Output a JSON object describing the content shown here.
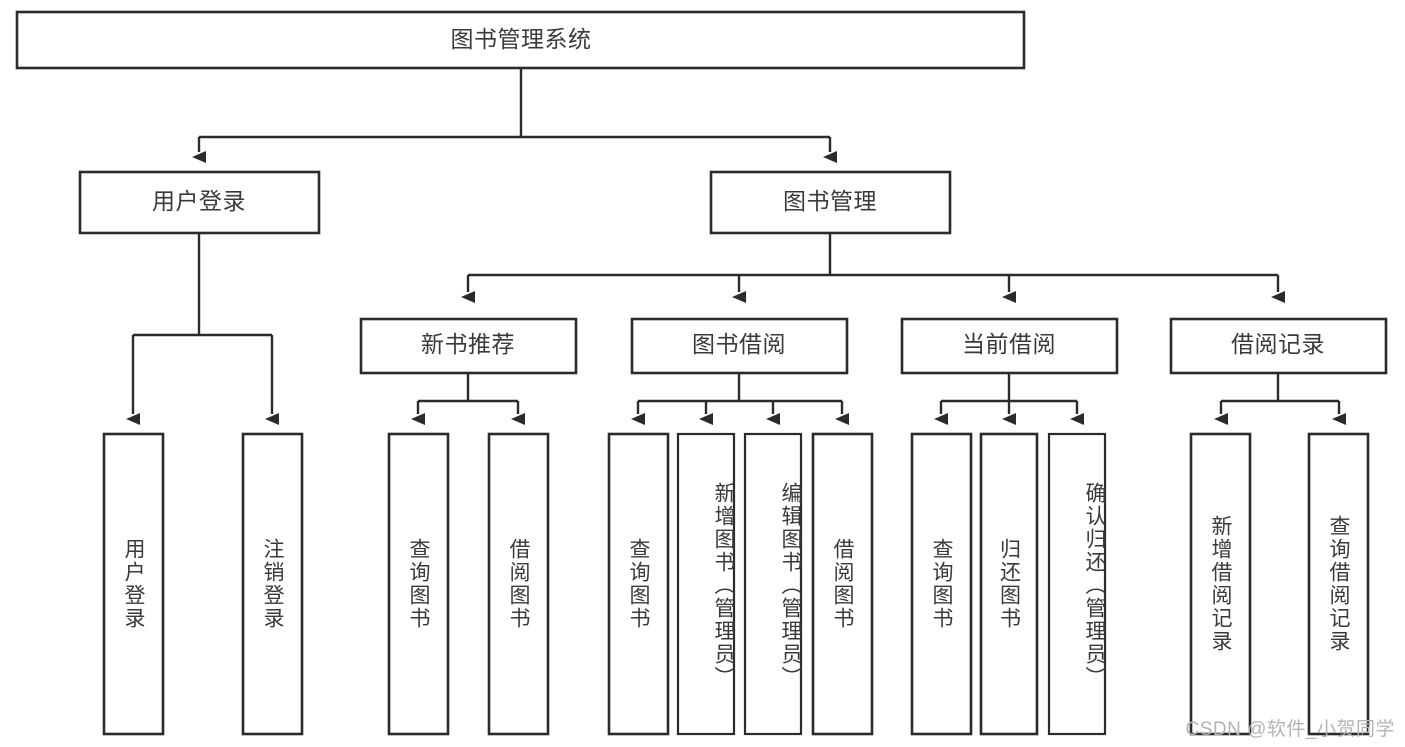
{
  "diagram": {
    "type": "tree-hierarchy",
    "title": "图书管理系统",
    "watermark": "CSDN @软件_小贺同学",
    "root": {
      "label": "图书管理系统"
    },
    "level1": [
      {
        "id": "user-login",
        "label": "用户登录"
      },
      {
        "id": "book-management",
        "label": "图书管理"
      }
    ],
    "level2": [
      {
        "id": "new-book-recommend",
        "label": "新书推荐",
        "parent": "book-management"
      },
      {
        "id": "book-borrow",
        "label": "图书借阅",
        "parent": "book-management"
      },
      {
        "id": "current-borrow",
        "label": "当前借阅",
        "parent": "book-management"
      },
      {
        "id": "borrow-record",
        "label": "借阅记录",
        "parent": "book-management"
      }
    ],
    "leaves": [
      {
        "id": "leaf-user-login",
        "label": "用户登录",
        "parent": "user-login"
      },
      {
        "id": "leaf-logout",
        "label": "注销登录",
        "parent": "user-login"
      },
      {
        "id": "leaf-query-book-1",
        "label": "查询图书",
        "parent": "new-book-recommend"
      },
      {
        "id": "leaf-borrow-book-1",
        "label": "借阅图书",
        "parent": "new-book-recommend"
      },
      {
        "id": "leaf-query-book-2",
        "label": "查询图书",
        "parent": "book-borrow"
      },
      {
        "id": "leaf-add-book",
        "label": "新增图书（管理员）",
        "parent": "book-borrow"
      },
      {
        "id": "leaf-edit-book",
        "label": "编辑图书（管理员）",
        "parent": "book-borrow"
      },
      {
        "id": "leaf-borrow-book-2",
        "label": "借阅图书",
        "parent": "book-borrow"
      },
      {
        "id": "leaf-query-book-3",
        "label": "查询图书",
        "parent": "current-borrow"
      },
      {
        "id": "leaf-return-book",
        "label": "归还图书",
        "parent": "current-borrow"
      },
      {
        "id": "leaf-confirm-return",
        "label": "确认归还（管理员）",
        "parent": "current-borrow"
      },
      {
        "id": "leaf-add-record",
        "label": "新增借阅记录",
        "parent": "borrow-record"
      },
      {
        "id": "leaf-query-record",
        "label": "查询借阅记录",
        "parent": "borrow-record"
      }
    ],
    "colors": {
      "stroke": "#2b2b2b",
      "text": "#3a3a3a",
      "background": "#ffffff",
      "watermark": "#b4b4b4"
    }
  }
}
